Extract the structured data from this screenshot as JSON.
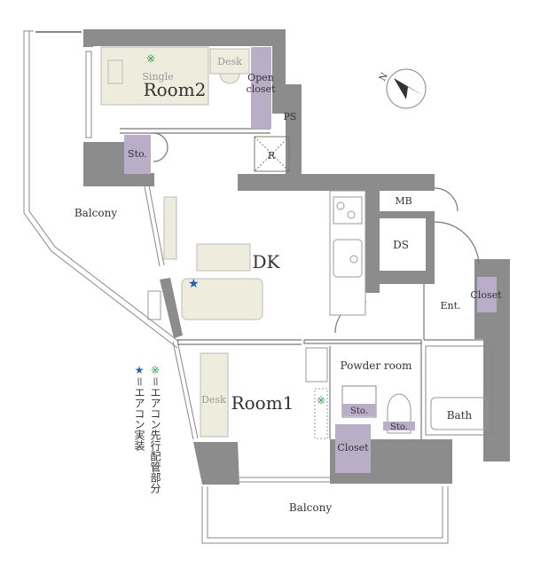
{
  "colors": {
    "wall": "#8c8c8c",
    "furniture": "#eeecdc",
    "storage": "#b9adc8",
    "aircon_pre": "#2aa24a",
    "aircon_installed": "#1c5fb5",
    "line": "#777777"
  },
  "rooms": {
    "room2": {
      "label": "Room2",
      "sub": "Single",
      "desk": "Desk",
      "open_closet_1": "Open",
      "open_closet_2": "closet",
      "storage": "Sto."
    },
    "ps": "PS",
    "r": "R",
    "balcony_left": "Balcony",
    "dk": "DK",
    "mb": "MB",
    "ds": "DS",
    "entrance": "Ent.",
    "entrance_closet": "Closet",
    "powder_room": "Powder room",
    "powder_sto_1": "Sto.",
    "powder_sto_2": "Sto.",
    "bath": "Bath",
    "room1": {
      "label": "Room1",
      "desk": "Desk",
      "closet": "Closet"
    },
    "balcony_bottom": "Balcony"
  },
  "legend": {
    "pre_symbol": "※",
    "pre_text": "＝エアコン先行配管部分",
    "installed_symbol": "★",
    "installed_text": "＝エアコン実装"
  },
  "compass": {
    "label": "N"
  }
}
